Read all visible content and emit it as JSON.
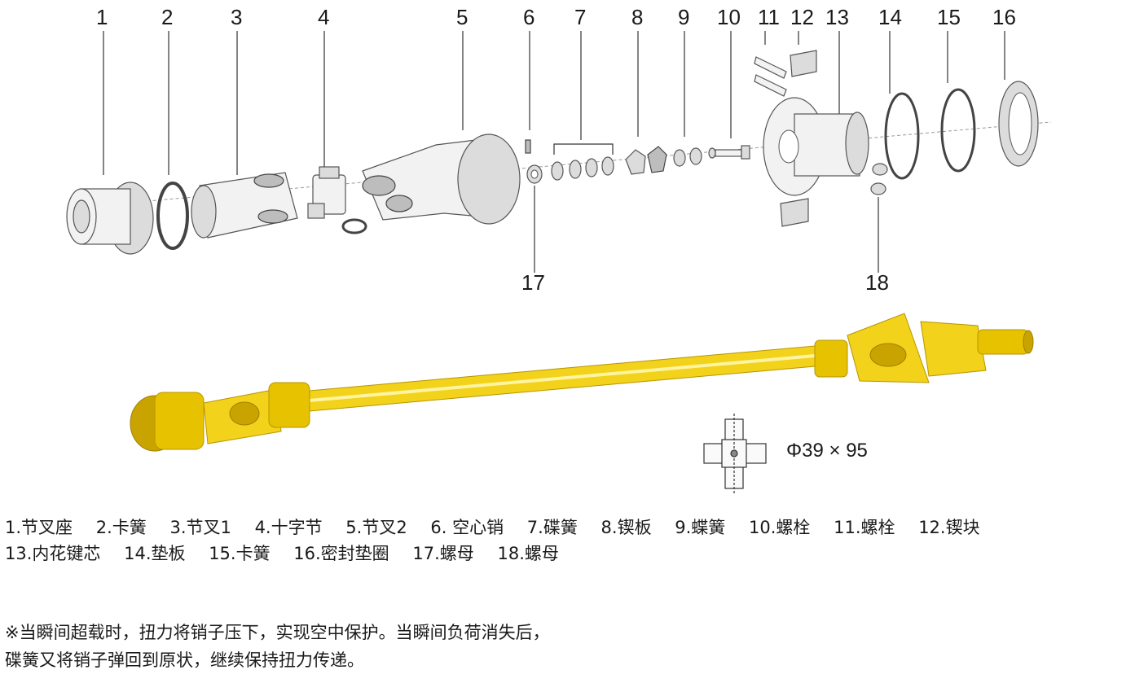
{
  "callouts": [
    "1",
    "2",
    "3",
    "4",
    "5",
    "6",
    "7",
    "8",
    "9",
    "10",
    "11",
    "12",
    "13",
    "14",
    "15",
    "16",
    "17",
    "18"
  ],
  "spec": {
    "symbol": "Φ",
    "text": "39 × 95"
  },
  "legend": {
    "row1": [
      "1.节叉座",
      "2.卡簧",
      "3.节叉1",
      "4.十字节",
      "5.节叉2",
      "6. 空心销",
      "7.碟簧",
      "8.锲板",
      "9.蝶簧",
      "10.螺栓",
      "11.螺栓",
      "12.锲块"
    ],
    "row2": [
      "13.内花键芯",
      "14.垫板",
      "15.卡簧",
      "16.密封垫圈",
      "17.螺母",
      "18.螺母"
    ]
  },
  "note": {
    "line1": "※当瞬间超载时，扭力将销子压下，实现空中保护。当瞬间负荷消失后，",
    "line2": "碟簧又将销子弹回到原状，继续保持扭力传递。"
  },
  "colors": {
    "shaft_yellow": "#e6c200",
    "line": "#333333"
  }
}
